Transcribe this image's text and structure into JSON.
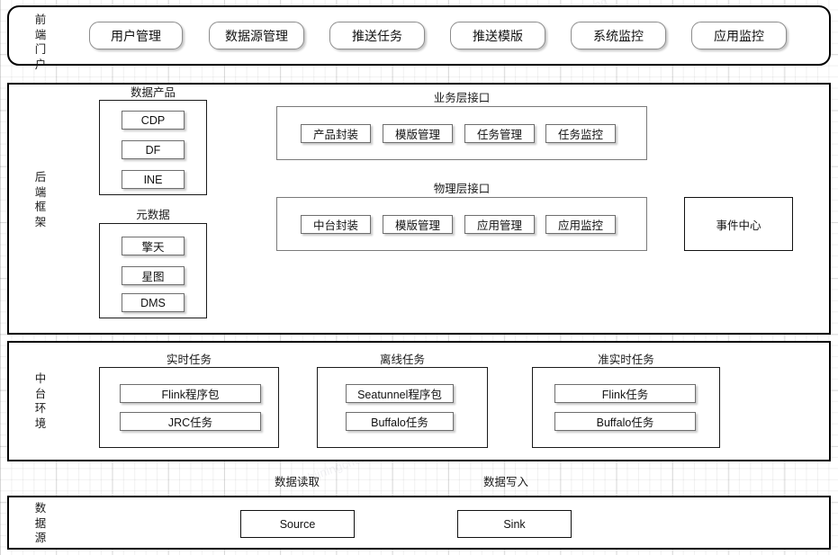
{
  "watermark": "bjiningcheng",
  "bands": [
    {
      "id": "frontend",
      "label": "前端门户"
    },
    {
      "id": "backend",
      "label": "后端框架"
    },
    {
      "id": "platform",
      "label": "中台环境"
    },
    {
      "id": "datasource",
      "label": "数据源"
    }
  ],
  "frontend": {
    "buttons": [
      {
        "label": "用户管理"
      },
      {
        "label": "数据源管理"
      },
      {
        "label": "推送任务"
      },
      {
        "label": "推送模版"
      },
      {
        "label": "系统监控"
      },
      {
        "label": "应用监控"
      }
    ]
  },
  "backend": {
    "groups": [
      {
        "id": "data-product",
        "title": "数据产品",
        "items": [
          "CDP",
          "DF",
          "INE"
        ]
      },
      {
        "id": "metadata",
        "title": "元数据",
        "items": [
          "擎天",
          "星图",
          "DMS"
        ]
      },
      {
        "id": "business-layer-api",
        "title": "业务层接口",
        "items": [
          "产品封装",
          "模版管理",
          "任务管理",
          "任务监控"
        ]
      },
      {
        "id": "physical-layer-api",
        "title": "物理层接口",
        "items": [
          "中台封装",
          "模版管理",
          "应用管理",
          "应用监控"
        ]
      }
    ],
    "event_center": "事件中心"
  },
  "platform": {
    "groups": [
      {
        "id": "realtime-task",
        "title": "实时任务",
        "items": [
          "Flink程序包",
          "JRC任务"
        ]
      },
      {
        "id": "offline-task",
        "title": "离线任务",
        "items": [
          "Seatunnel程序包",
          "Buffalo任务"
        ]
      },
      {
        "id": "near-realtime-task",
        "title": "准实时任务",
        "items": [
          "Flink任务",
          "Buffalo任务"
        ]
      }
    ]
  },
  "flow": {
    "read": "数据读取",
    "write": "数据写入"
  },
  "datasource": {
    "items": [
      "Source",
      "Sink"
    ]
  }
}
